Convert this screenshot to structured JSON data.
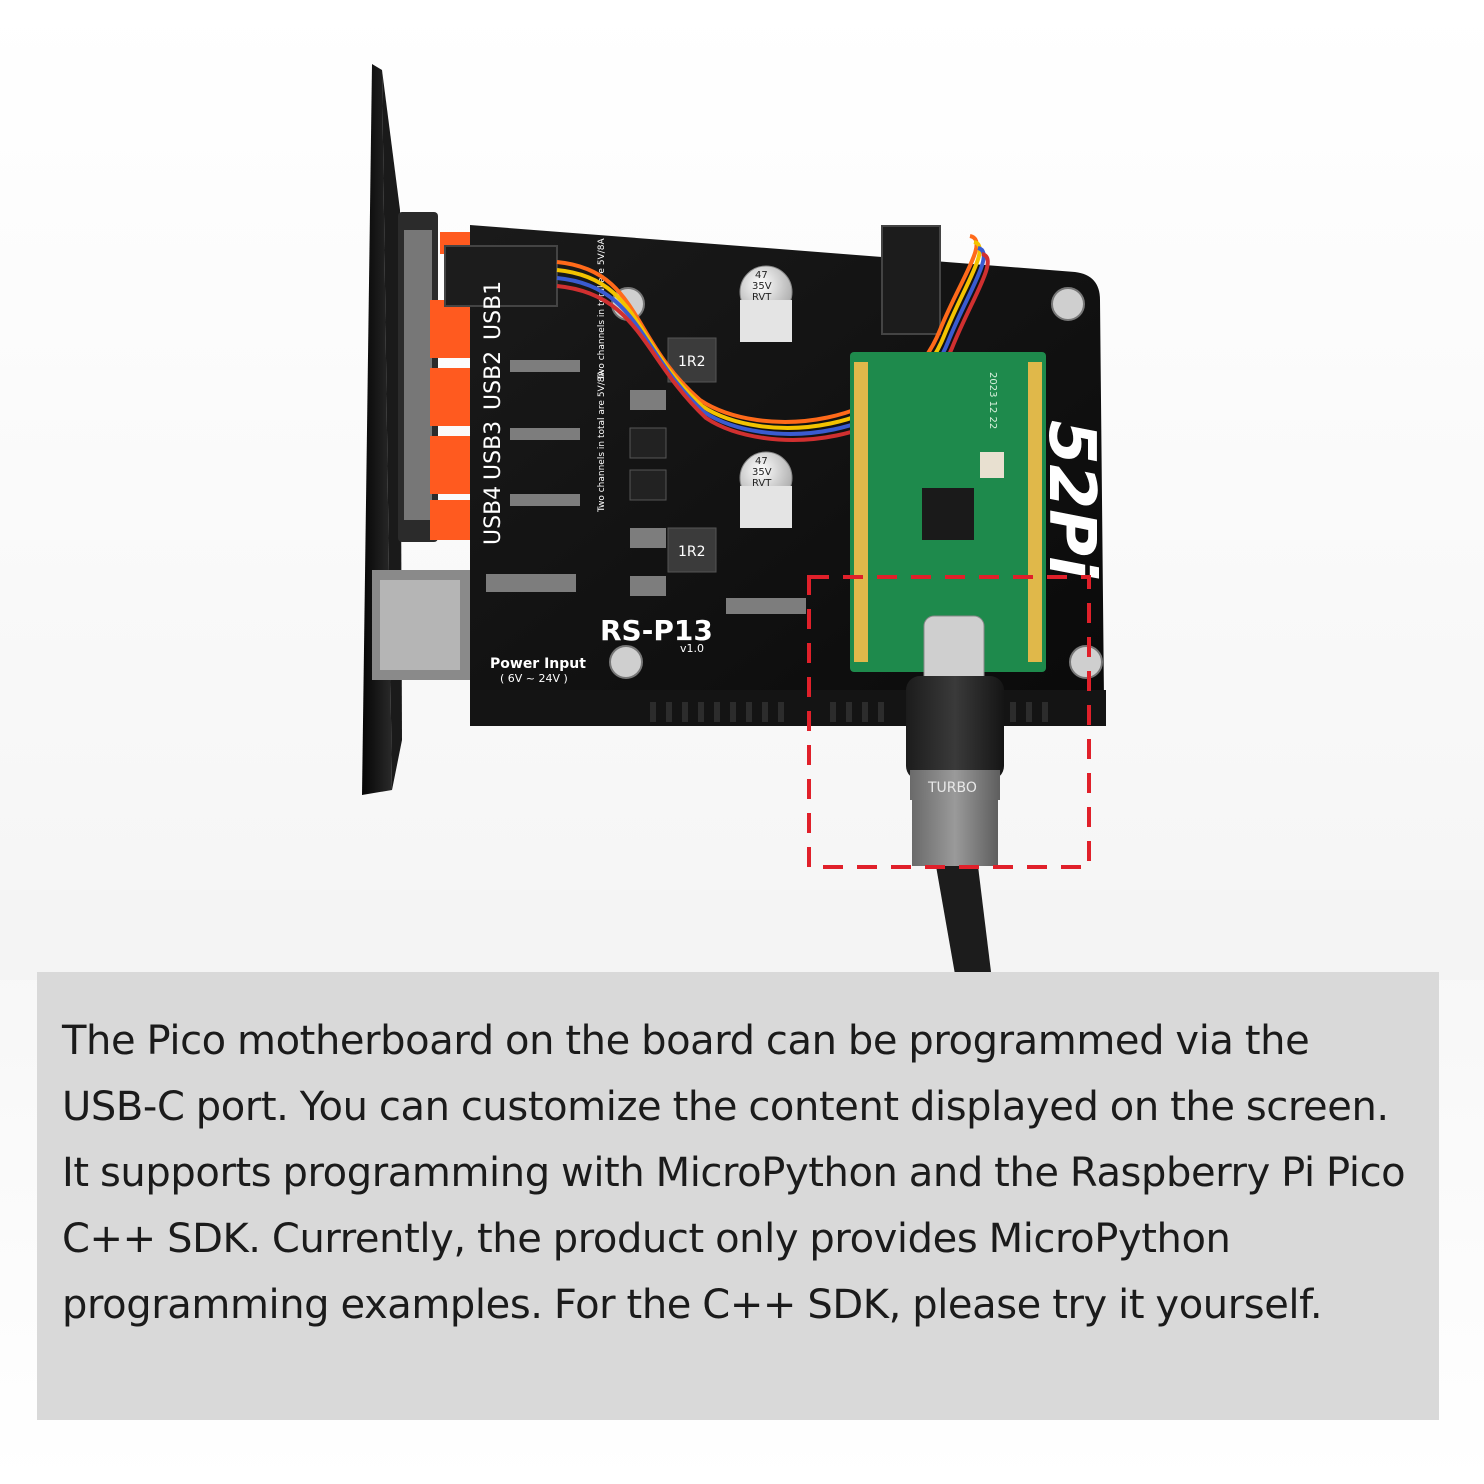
{
  "board": {
    "model": "RS-P13",
    "version": "v1.0",
    "power_label": "Power Input",
    "power_range": "( 6V ~ 24V )",
    "ports": [
      "USB1",
      "USB2",
      "USB3",
      "USB4"
    ],
    "port_note_1": "Two channels in total are 5V/8A",
    "port_note_2": "Two channels in total are 5V/8A",
    "capacitor": {
      "line1": "47",
      "line2": "35V",
      "line3": "RVT"
    },
    "inductor_label": "1R2",
    "brand": "52Pi",
    "pico_date": "2023 12 22",
    "cable_label": "TURBO"
  },
  "caption": {
    "text": "The Pico motherboard on the board can be programmed via the USB-C port. You can customize the content displayed on the screen. It supports programming with MicroPython and the Raspberry Pi Pico C++ SDK. Currently, the product only provides MicroPython programming examples. For the C++ SDK, please try it yourself."
  },
  "colors": {
    "pcb": "#111111",
    "pico": "#1e8a4c",
    "connector": "#ff5a1f",
    "highlight": "#e0202a",
    "caption_bg": "#d9d9d9"
  }
}
